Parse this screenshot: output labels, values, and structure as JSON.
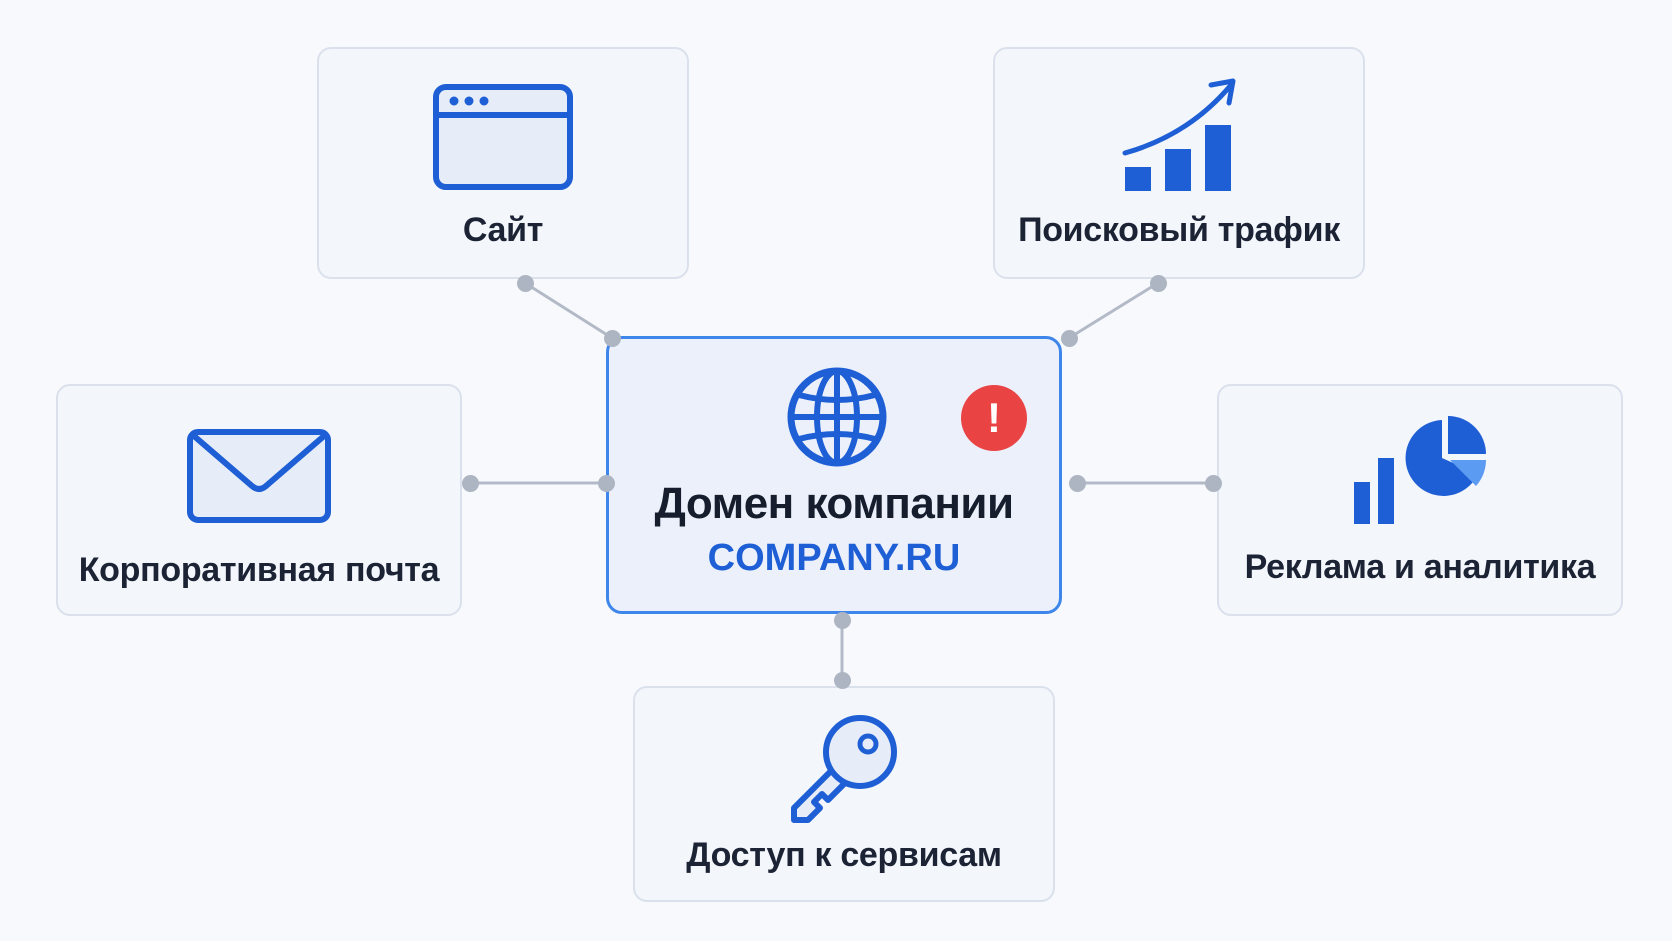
{
  "center": {
    "title": "Домен компании",
    "domain": "COMPANY.RU",
    "alert_glyph": "!",
    "icon": "globe-icon",
    "badge_icon": "alert-icon"
  },
  "nodes": {
    "site": {
      "label": "Сайт",
      "icon": "browser-window-icon"
    },
    "search_traffic": {
      "label": "Поисковый трафик",
      "icon": "growth-chart-icon"
    },
    "mail": {
      "label": "Корпоративная почта",
      "icon": "envelope-icon"
    },
    "ads": {
      "label": "Реклама и аналитика",
      "icon": "analytics-icon"
    },
    "access": {
      "label": "Доступ к сервисам",
      "icon": "key-icon"
    }
  },
  "colors": {
    "accent": "#1f5fd6",
    "center_border": "#3f86ea",
    "alert": "#ea4344",
    "connector": "#b3bac7",
    "card_bg": "#f3f6fb",
    "card_border": "#dbe1ec"
  }
}
